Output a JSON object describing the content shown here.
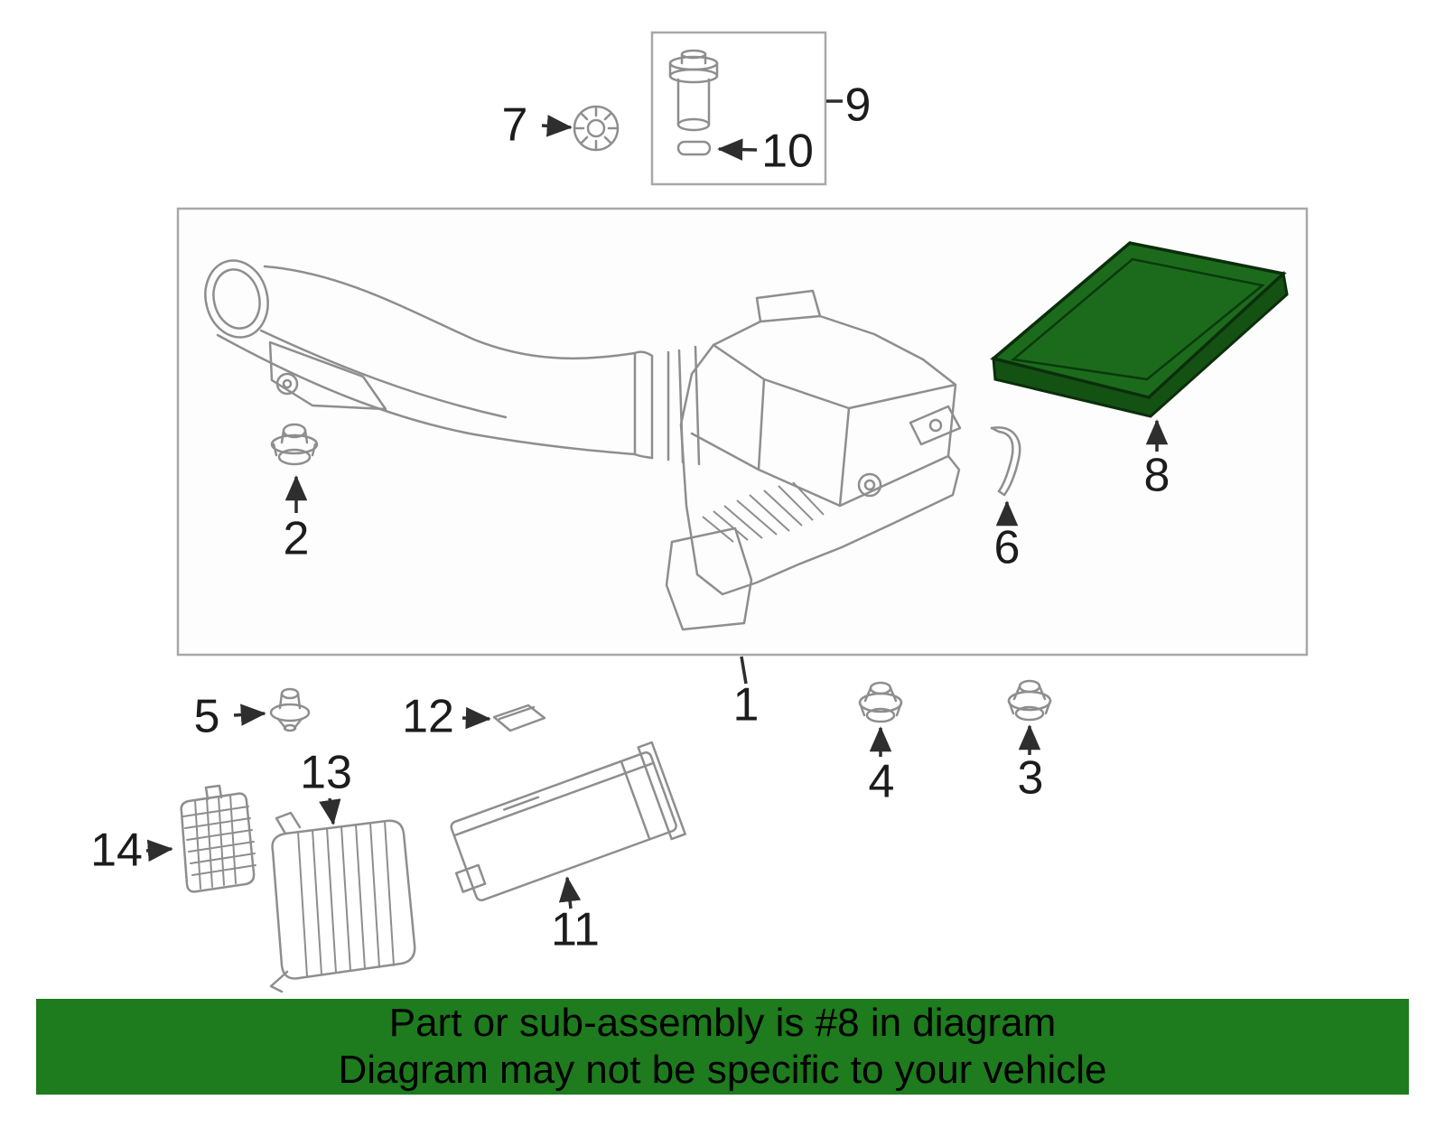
{
  "diagram": {
    "callouts": {
      "c1": "1",
      "c2": "2",
      "c3": "3",
      "c4": "4",
      "c5": "5",
      "c6": "6",
      "c7": "7",
      "c8": "8",
      "c9": "9",
      "c10": "10",
      "c11": "11",
      "c12": "12",
      "c13": "13",
      "c14": "14"
    },
    "highlighted_part": {
      "number": "8",
      "fill": "#1c6b1c",
      "side_fill": "#145214",
      "stroke": "#0b2e0b"
    },
    "line_color": "#8e8e8e",
    "label_color": "#1c1c1c"
  },
  "banner": {
    "line1": "Part or sub-assembly is #8 in diagram",
    "line2": "Diagram may not be specific to your vehicle",
    "background": "#1e7b1e",
    "text_color": "#000000"
  }
}
